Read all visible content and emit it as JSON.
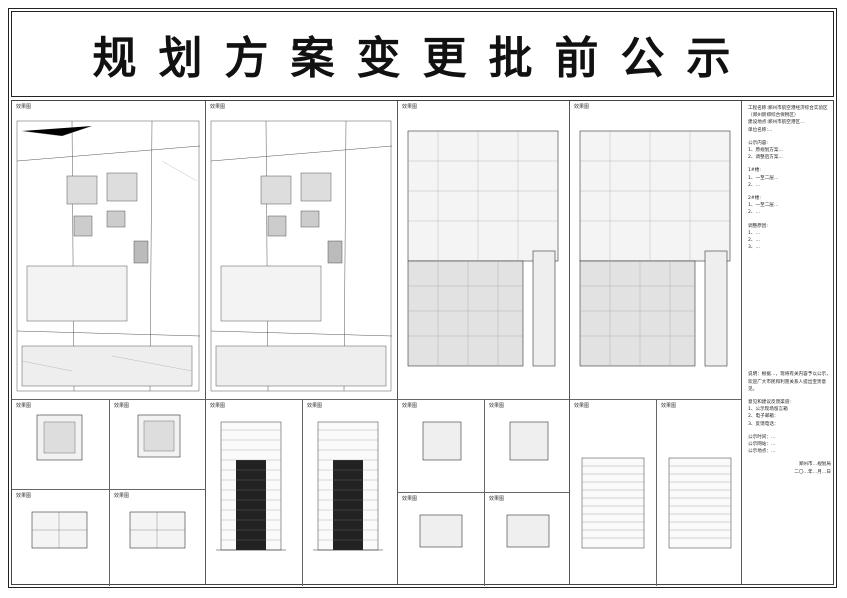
{
  "title": "规划方案变更批前公示",
  "panel_label": "效果图",
  "notes": {
    "intro": [
      "工程名称:郑州市航空港经济综合实验区（郑州新郑综合保税区）",
      "建设地点:郑州市航空港区…",
      "单位名称:…"
    ],
    "section_1_title": "公示内容:",
    "section_1_items": [
      "1、原规划方案…",
      "2、调整后方案…"
    ],
    "section_2_title": "1#楼:",
    "section_2_items": [
      "1、一至二层…",
      "2、…"
    ],
    "section_3_title": "2#楼:",
    "section_3_items": [
      "1、一至二层…",
      "2、…"
    ],
    "section_4_title": "调整原因:",
    "section_4_items": [
      "1、…",
      "2、…",
      "3、…"
    ],
    "contact_intro": "说明：根据…，现将有关内容予以公示，欢迎广大市民和利害关系人提出宝贵意见。",
    "contact_title": "意见和建议反馈渠道:",
    "contact_items": [
      "1、公示现场留言箱",
      "2、电子邮箱：",
      "3、反馈电话："
    ],
    "footer_lines": [
      "公示时间：…",
      "公示网站：…",
      "公示地点：…"
    ],
    "signature_lines": [
      "郑州市…规划局",
      "二〇…年…月…日"
    ]
  }
}
